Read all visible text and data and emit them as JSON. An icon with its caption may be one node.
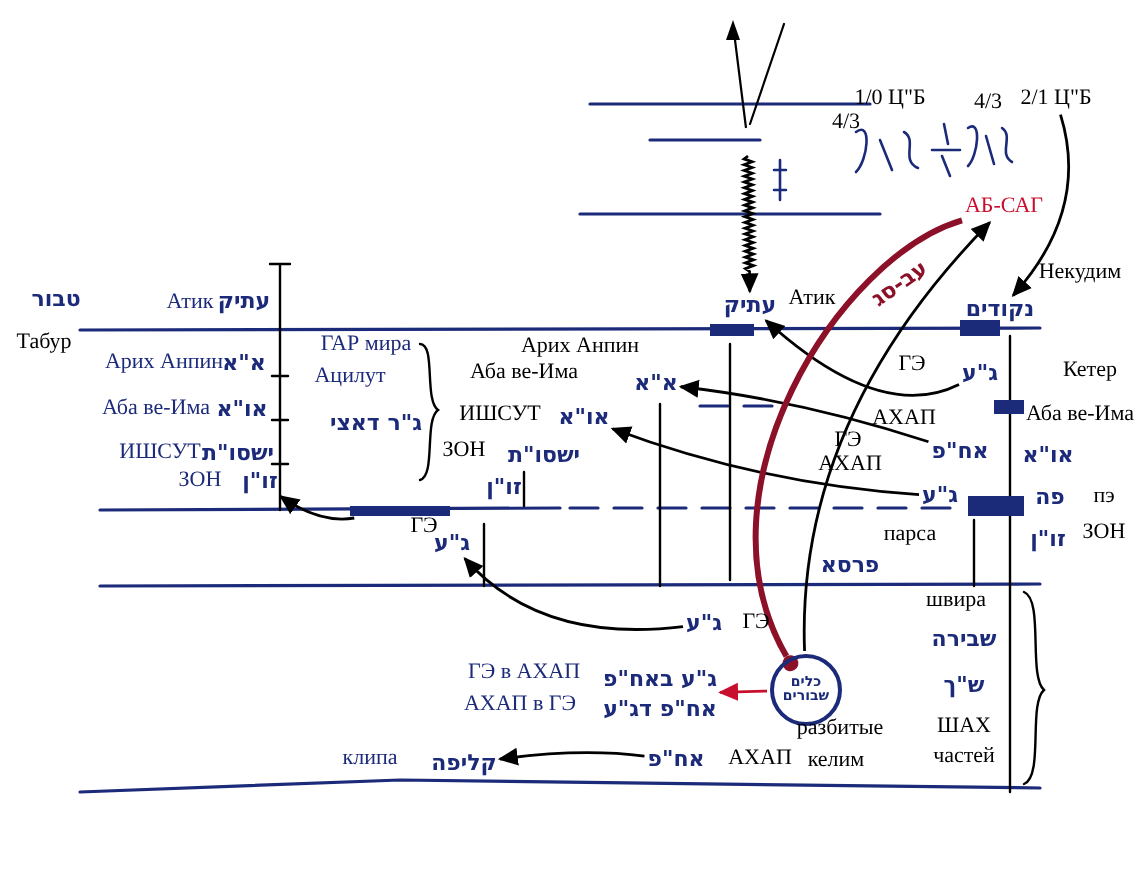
{
  "diagram": {
    "nodes": [
      {
        "text": [
          "זו\"ן"
        ]
      },
      {
        "text": [],
        "shape": "bar",
        "beside": [
          "ГЭ"
        ]
      },
      {
        "text": [
          "ג\"ע"
        ]
      },
      {
        "text": [
          "עתיק"
        ]
      },
      {
        "text": [
          "א\"א"
        ]
      },
      {
        "text": [
          "או\"א"
        ]
      },
      {
        "text": [
          "ג\"ע"
        ]
      },
      {
        "text": [
          "אח\"פ"
        ]
      },
      {
        "text": [
          "ג\"ע"
        ]
      },
      {
        "text": [
          "ג\"ע"
        ]
      },
      {
        "text": [
          "כלים שבורים"
        ]
      },
      {
        "text": [
          "ג\"ע באח\"פ",
          "אח\"פ דג\"ע"
        ]
      },
      {
        "text": [
          "אח\"פ"
        ]
      },
      {
        "text": [
          "קליפה"
        ]
      },
      {
        "text": [
          "2/1 Ц\"Б"
        ]
      },
      {
        "text": [
          "נקודים"
        ]
      },
      {
        "text": [
          "АБ-САГ"
        ]
      }
    ],
    "edges": [
      {
        "from": null,
        "to": 3,
        "arrow": "to"
      },
      {
        "from": 1,
        "to": 0,
        "arrow": "to"
      },
      {
        "from": 9,
        "to": 2,
        "arrow": "to"
      },
      {
        "from": 6,
        "to": 3,
        "arrow": "to"
      },
      {
        "from": 7,
        "to": 4,
        "arrow": "to"
      },
      {
        "from": 8,
        "to": 5,
        "arrow": "to"
      },
      {
        "from": 10,
        "to": 11,
        "arrow": "to",
        "color": "#c8102e"
      },
      {
        "from": 12,
        "to": 13,
        "arrow": "to"
      },
      {
        "from": 14,
        "to": 15,
        "arrow": "to"
      },
      {
        "from": 10,
        "to": 16,
        "arrow": "to"
      },
      {
        "from": 16,
        "to": 10,
        "arrow": "other",
        "style": "thick",
        "color": "#8b1028",
        "label": "עב-סג"
      }
    ],
    "labels": [
      "1/0 Ц\"Б",
      "4/3",
      "4/3",
      "Некудим",
      "טבור",
      "Атик",
      "עתיק",
      "Атик",
      "Табур",
      "ГАР мира",
      "Арих Анпин",
      "Арих Анпин",
      "א\"א",
      "Ацилут",
      "Аба ве-Има",
      "ГЭ",
      "Кетер",
      "Аба ве-Има",
      "או\"א",
      "ג\"ר דאצי",
      "ИШСУТ",
      "АХАП",
      "Аба ве-Има",
      "ИШСУТ",
      "ישסו\"ת",
      "ЗОН",
      "ישסו\"ת",
      "ГЭ",
      "АХАП",
      "או\"א",
      "ЗОН",
      "זו\"ן",
      "פה",
      "пэ",
      "парса",
      "זו\"ן",
      "ЗОН",
      "פרסא",
      "швира",
      "ГЭ",
      "שבירה",
      "ГЭ в АХАП",
      "ש\"ך",
      "АХАП в ГЭ",
      "разбитые",
      "ШАХ",
      "клипа",
      "АХАП",
      "келим",
      "частей"
    ]
  }
}
